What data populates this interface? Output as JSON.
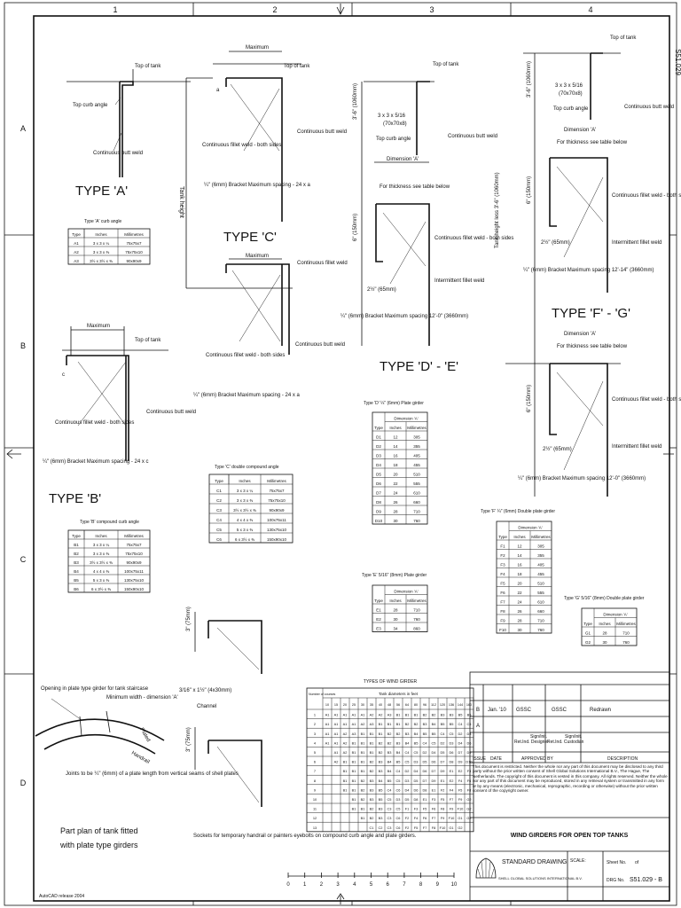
{
  "grid": {
    "columns": [
      "1",
      "2",
      "3",
      "4"
    ],
    "rows": [
      "A",
      "B",
      "C",
      "D"
    ],
    "side_code": "S51.029"
  },
  "labels": {
    "top_of_tank": "Top of tank",
    "top_curb_angle": "Top curb angle",
    "continuous_butt_weld": "Continuous butt weld",
    "continuous_fillet_weld_both_sides": "Continuous fillet weld - both sides",
    "continuous_fillet_weld": "Continuous fillet weld",
    "intermittent_fillet_weld": "Intermittent fillet weld",
    "maximum": "Maximum",
    "tank_height": "Tank height",
    "tank_height_less": "Tank height less 3'-6\" (1060mm)",
    "bracket_24a": "¼\" (6mm) Bracket Maximum spacing - 24 x a",
    "bracket_24c": "¼\" (6mm) Bracket Maximum spacing - 24 x c",
    "bracket_12": "¼\" (6mm) Bracket Maximum spacing 12'-0\" (3660mm)",
    "bracket_12_14": "¼\" (6mm) Bracket Maximum spacing 12'-14\" (3660mm)",
    "dimension_a": "Dimension 'A'",
    "for_thickness": "For thickness see table below",
    "angle_3x3": "3 x 3 x 5/16",
    "angle_70": "(70x70x8)",
    "dim_3_6": "3'-6\" (1060mm)",
    "dim_6": "6\" (150mm)",
    "dim_2_5": "2½\" (65mm)",
    "dim_a": "a",
    "dim_c": "c"
  },
  "types": {
    "a": "TYPE 'A'",
    "b": "TYPE 'B'",
    "c": "TYPE 'C'",
    "de": "TYPE 'D' - 'E'",
    "fg": "TYPE 'F' - 'G'"
  },
  "tables": {
    "type_a": {
      "caption": "Type 'A' curb angle",
      "headers": [
        "Type",
        "Inches",
        "Millimetres"
      ],
      "rows": [
        [
          "A1",
          "3 x 3 x ¼",
          "75x75x7"
        ],
        [
          "A2",
          "3 x 3 x ⅜",
          "75x75x10"
        ],
        [
          "A3",
          "3½ x 3½ x ⅜",
          "90x90x9"
        ]
      ]
    },
    "type_b": {
      "caption": "Type 'B' compound curb angle",
      "headers": [
        "Type",
        "Inches",
        "Millimetres"
      ],
      "rows": [
        [
          "B1",
          "3 x 3 x ¼",
          "75x75x7"
        ],
        [
          "B2",
          "3 x 3 x ⅜",
          "75x75x10"
        ],
        [
          "B3",
          "3½ x 3½ x ⅜",
          "90x90x9"
        ],
        [
          "B4",
          "4 x 4 x ⅜",
          "100x75x11"
        ],
        [
          "B5",
          "5 x 3 x ⅜",
          "130x75x10"
        ],
        [
          "B6",
          "6 x 3½ x ⅜",
          "150x90x10"
        ]
      ]
    },
    "type_c": {
      "caption": "Type 'C' double compound angle",
      "headers": [
        "Type",
        "Inches",
        "Millimetres"
      ],
      "rows": [
        [
          "C1",
          "3 x 3 x ¼",
          "75x75x7"
        ],
        [
          "C2",
          "3 x 3 x ⅜",
          "75x75x10"
        ],
        [
          "C3",
          "3½ x 3½ x ⅜",
          "90x90x9"
        ],
        [
          "C4",
          "4 x 4 x ⅜",
          "100x75x11"
        ],
        [
          "C5",
          "5 x 3 x ⅜",
          "130x75x10"
        ],
        [
          "C6",
          "6 x 3½ x ⅜",
          "150x90x10"
        ]
      ]
    },
    "type_d": {
      "caption": "Type 'D' ¼\" (6mm) Plate girder",
      "group": "Dimension 'A'",
      "headers": [
        "Type",
        "Inches",
        "Millimetres"
      ],
      "rows": [
        [
          "D1",
          "12",
          "305"
        ],
        [
          "D2",
          "14",
          "355"
        ],
        [
          "D3",
          "16",
          "405"
        ],
        [
          "D4",
          "18",
          "455"
        ],
        [
          "D5",
          "20",
          "510"
        ],
        [
          "D6",
          "22",
          "555"
        ],
        [
          "D7",
          "24",
          "610"
        ],
        [
          "D8",
          "26",
          "660"
        ],
        [
          "D9",
          "28",
          "710"
        ],
        [
          "D10",
          "30",
          "760"
        ]
      ]
    },
    "type_e": {
      "caption": "Type 'E' 5/16\" (8mm) Plate girder",
      "group": "Dimension 'A'",
      "headers": [
        "Type",
        "Inches",
        "Millimetres"
      ],
      "rows": [
        [
          "E1",
          "28",
          "710"
        ],
        [
          "E2",
          "30",
          "760"
        ],
        [
          "E3",
          "34",
          "860"
        ]
      ]
    },
    "type_f": {
      "caption": "Type 'F' ¼\" (6mm) Double plate girder",
      "group": "Dimension 'A'",
      "headers": [
        "Type",
        "Inches",
        "Millimetres"
      ],
      "rows": [
        [
          "F1",
          "12",
          "305"
        ],
        [
          "F2",
          "14",
          "355"
        ],
        [
          "F3",
          "16",
          "405"
        ],
        [
          "F4",
          "18",
          "455"
        ],
        [
          "F5",
          "20",
          "510"
        ],
        [
          "F6",
          "22",
          "555"
        ],
        [
          "F7",
          "24",
          "610"
        ],
        [
          "F8",
          "26",
          "660"
        ],
        [
          "F9",
          "28",
          "710"
        ],
        [
          "F10",
          "30",
          "760"
        ]
      ]
    },
    "type_g": {
      "caption": "Type 'G' 5/16\" (8mm) Double plate girder",
      "group": "Dimension 'A'",
      "headers": [
        "Type",
        "Inches",
        "Millimetres"
      ],
      "rows": [
        [
          "G1",
          "28",
          "710"
        ],
        [
          "G2",
          "30",
          "760"
        ]
      ]
    }
  },
  "wind_table": {
    "caption": "TYPES OF WIND GIRDER",
    "corner": "Number of courses",
    "diam_title": "Tank diameters in feet",
    "diameters": [
      "10",
      "15",
      "20",
      "25",
      "30",
      "35",
      "40",
      "48",
      "56",
      "64",
      "80",
      "96",
      "112",
      "120",
      "136",
      "144",
      "160"
    ],
    "rows": [
      [
        "1",
        "A1",
        "A1",
        "A1",
        "A1",
        "A1",
        "A2",
        "A2",
        "A3",
        "B1",
        "B1",
        "B1",
        "B2",
        "B2",
        "B3",
        "B3",
        "B5",
        "B5"
      ],
      [
        "2",
        "A1",
        "A1",
        "A1",
        "A1",
        "A2",
        "A3",
        "B1",
        "B1",
        "B1",
        "B2",
        "B2",
        "B3",
        "B4",
        "B5",
        "B5",
        "C4",
        "C5"
      ],
      [
        "3",
        "A1",
        "A1",
        "A2",
        "A3",
        "B1",
        "B1",
        "B1",
        "B2",
        "B2",
        "B3",
        "B4",
        "B5",
        "B5",
        "C4",
        "C5",
        "D2",
        "D3"
      ],
      [
        "4",
        "A1",
        "A1",
        "A2",
        "B1",
        "B1",
        "B1",
        "B2",
        "B2",
        "B3",
        "B4",
        "B5",
        "C4",
        "C5",
        "D2",
        "D3",
        "D4",
        "D6"
      ],
      [
        "5",
        "",
        "A1",
        "A2",
        "B1",
        "B1",
        "B1",
        "B2",
        "B3",
        "B4",
        "C4",
        "C5",
        "D2",
        "D4",
        "D5",
        "D6",
        "D7",
        "D9"
      ],
      [
        "6",
        "",
        "A2",
        "B1",
        "B1",
        "B1",
        "B2",
        "B3",
        "B4",
        "B5",
        "C5",
        "D3",
        "D5",
        "D6",
        "D7",
        "D8",
        "D9",
        "D10"
      ],
      [
        "7",
        "",
        "",
        "B1",
        "B1",
        "B1",
        "B2",
        "B3",
        "B4",
        "C4",
        "D2",
        "D4",
        "D6",
        "D7",
        "D9",
        "E1",
        "E2",
        "F3"
      ],
      [
        "8",
        "",
        "",
        "B1",
        "B1",
        "B2",
        "B3",
        "B4",
        "B5",
        "C5",
        "D3",
        "D5",
        "D7",
        "D9",
        "E1",
        "E2",
        "F4",
        "F6"
      ],
      [
        "9",
        "",
        "",
        "B1",
        "B1",
        "B2",
        "B3",
        "B5",
        "C4",
        "C6",
        "D4",
        "D6",
        "D8",
        "E1",
        "F2",
        "F4",
        "F5",
        "F8"
      ],
      [
        "10",
        "",
        "",
        "",
        "B1",
        "B2",
        "B3",
        "B5",
        "C5",
        "D3",
        "D5",
        "D8",
        "E1",
        "F3",
        "F5",
        "F7",
        "F9",
        "G2"
      ],
      [
        "11",
        "",
        "",
        "",
        "B1",
        "B1",
        "B2",
        "B3",
        "C3",
        "C5",
        "F1",
        "F3",
        "F5",
        "F6",
        "F8",
        "F9",
        "F10",
        "G2"
      ],
      [
        "12",
        "",
        "",
        "",
        "",
        "B1",
        "B2",
        "B3",
        "C3",
        "C6",
        "F2",
        "F4",
        "F6",
        "F7",
        "F9",
        "F10",
        "G1",
        "G2"
      ],
      [
        "13",
        "",
        "",
        "",
        "",
        "",
        "C1",
        "C2",
        "C3",
        "C6",
        "F2",
        "F5",
        "F7",
        "F8",
        "F10",
        "G1",
        "G2",
        ""
      ]
    ]
  },
  "plan": {
    "title_line1": "Part plan of tank fitted",
    "title_line2": "with plate type girders",
    "opening": "Opening in plate type girder for tank staircase",
    "min_width": "Minimum width - dimension 'A'",
    "joints": "Joints to be ¼\" (6mm) of a plate length from vertical seams of shell plates",
    "plated": "Plated",
    "handrail": "Handrail",
    "channel": "Channel",
    "channel_size": "3/16\" x 1½\" (4x30mm)",
    "dim_75": "3\" (75mm)",
    "sockets": "Sockets for temporary handrail or painters eyebolts on compound curb angle and plate girders."
  },
  "scale": {
    "ticks": [
      "0",
      "1",
      "2",
      "3",
      "4",
      "5",
      "6",
      "7",
      "8",
      "9",
      "10"
    ]
  },
  "autocad": "AutoCAD release 2004",
  "title_block": {
    "rev_b": "B",
    "rev_b_date": "Jan. '10",
    "rev_b_c1": "GSSC",
    "rev_b_c2": "GSSC",
    "rev_b_desc": "Redrawn",
    "rev_a": "A",
    "ret_designer": "Ret.Ind. Designer",
    "sign_init1": "Sign/init.",
    "ret_custodian": "Ret.Ind. Custodian",
    "sign_init2": "Sign/init.",
    "hdr_issue": "ISSUE",
    "hdr_date": "DATE",
    "hdr_approved": "APPROVED BY",
    "hdr_desc": "DESCRIPTION",
    "notice": "This document is restricted. Neither the whole nor any part of this document may be disclosed to any third party without the prior written consent of Shell Global Solutions International B.V., The Hague, The Netherlands. The copyright of this document is vested in this company. All rights reserved. Neither the whole nor any part of this document may be reproduced, stored in any retrieval system or transmitted in any form or by any means (electronic, mechanical, reprographic, recording or otherwise) without the prior written consent of the copyright owner.",
    "title": "WIND GIRDERS FOR OPEN TOP TANKS",
    "std_drawing": "STANDARD DRAWING",
    "company": "SHELL GLOBAL SOLUTIONS INTERNATIONAL B.V.",
    "scale": "SCALE:",
    "sheet_no": "Sheet No.",
    "sheet_of": "of",
    "dwg_no": "DRG No.",
    "dwg_value": "S51.029 - B"
  }
}
